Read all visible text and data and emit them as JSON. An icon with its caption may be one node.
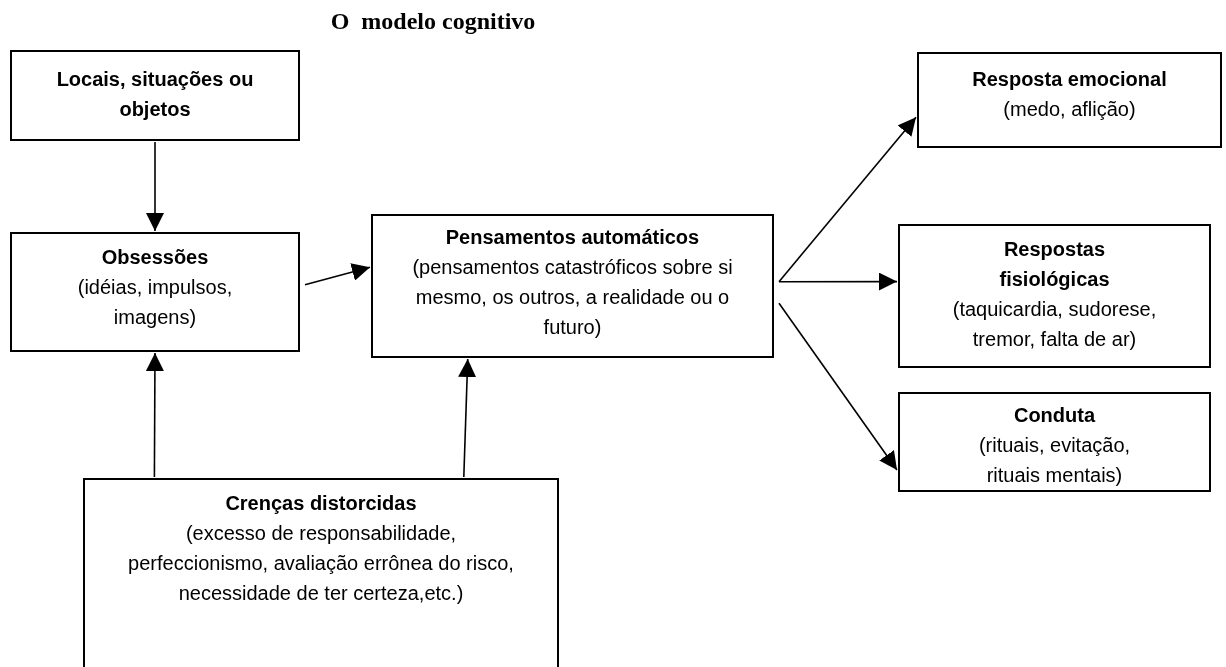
{
  "diagram": {
    "title": "O  modelo cognitivo",
    "nodes": [
      {
        "text": [
          "Locais, situações ou objetos"
        ]
      },
      {
        "text": [
          "Obsessões",
          "(idéias, impulsos, imagens)"
        ]
      },
      {
        "text": [
          "Pensamentos automáticos",
          "(pensamentos catastróficos sobre si mesmo, os outros, a realidade ou o futuro)"
        ]
      },
      {
        "text": [
          "Crenças distorcidas",
          "(excesso de responsabilidade, perfeccionismo, avaliação errônea do risco, necessidade de ter certeza,etc.)"
        ]
      },
      {
        "text": [
          "Resposta emocional",
          "(medo, aflição)"
        ]
      },
      {
        "text": [
          "Respostas fisiológicas",
          "(taquicardia, sudorese, tremor, falta de ar)"
        ]
      },
      {
        "text": [
          "Conduta",
          "(rituais, evitação, rituais mentais)"
        ]
      }
    ],
    "edges": [
      {
        "from": 0,
        "to": 1,
        "arrow": "to"
      },
      {
        "from": 1,
        "to": 2,
        "arrow": "to"
      },
      {
        "from": 3,
        "to": 1,
        "arrow": "to"
      },
      {
        "from": 3,
        "to": 2,
        "arrow": "to"
      },
      {
        "from": 2,
        "to": 4,
        "arrow": "to"
      },
      {
        "from": 2,
        "to": 5,
        "arrow": "to"
      },
      {
        "from": 2,
        "to": 6,
        "arrow": "to"
      }
    ]
  }
}
